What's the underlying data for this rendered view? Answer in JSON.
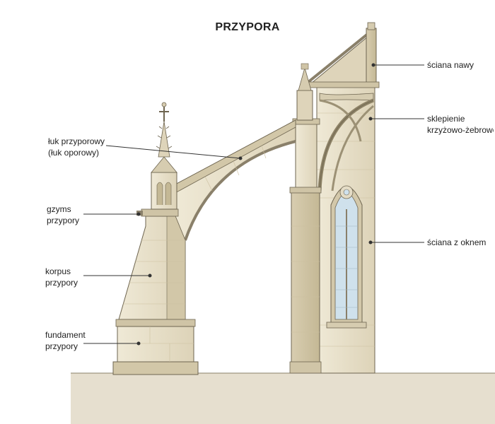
{
  "title": "PRZYPORA",
  "labels": {
    "luk": [
      "łuk przyporowy",
      "(łuk oporowy)"
    ],
    "gzyms": [
      "gzyms",
      "przypory"
    ],
    "korpus": [
      "korpus",
      "przypory"
    ],
    "fundament": [
      "fundament",
      "przypory"
    ],
    "sciana_nawy": [
      "ściana nawy"
    ],
    "sklepienie": [
      "sklepienie",
      "krzyżowo-żebrowe"
    ],
    "sciana_z_oknem": [
      "ściana z oknem"
    ]
  },
  "colors": {
    "stone": "#e8e1cc",
    "stone_shade": "#d6ccb0",
    "stone_dark": "#bfb392",
    "outline": "#6e6550",
    "ground": "#e3dccb",
    "glass": "#cfe1ec",
    "leader": "#333333"
  }
}
